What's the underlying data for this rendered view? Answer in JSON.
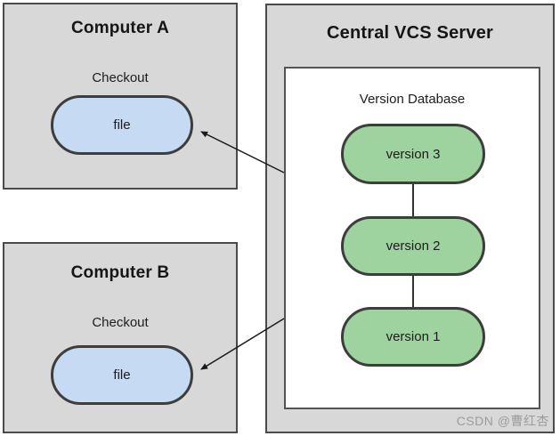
{
  "diagram": {
    "title_meaning": "Centralized version control diagram",
    "computer_a": {
      "title": "Computer A",
      "action_label": "Checkout",
      "file_label": "file"
    },
    "computer_b": {
      "title": "Computer B",
      "action_label": "Checkout",
      "file_label": "file"
    },
    "server": {
      "title": "Central VCS Server",
      "database": {
        "title": "Version Database",
        "versions": [
          "version 3",
          "version 2",
          "version 1"
        ]
      }
    },
    "watermark": "CSDN @曹红杏",
    "colors": {
      "box_fill": "#d8d8d8",
      "box_border": "#4a4a4a",
      "file_pill_fill": "#c7daf3",
      "version_pill_fill": "#9ed29e",
      "pill_border": "#3d3d3d",
      "inner_box_fill": "#ffffff",
      "arrow": "#1a1a1a",
      "watermark_text": "#9c9c9c"
    }
  }
}
